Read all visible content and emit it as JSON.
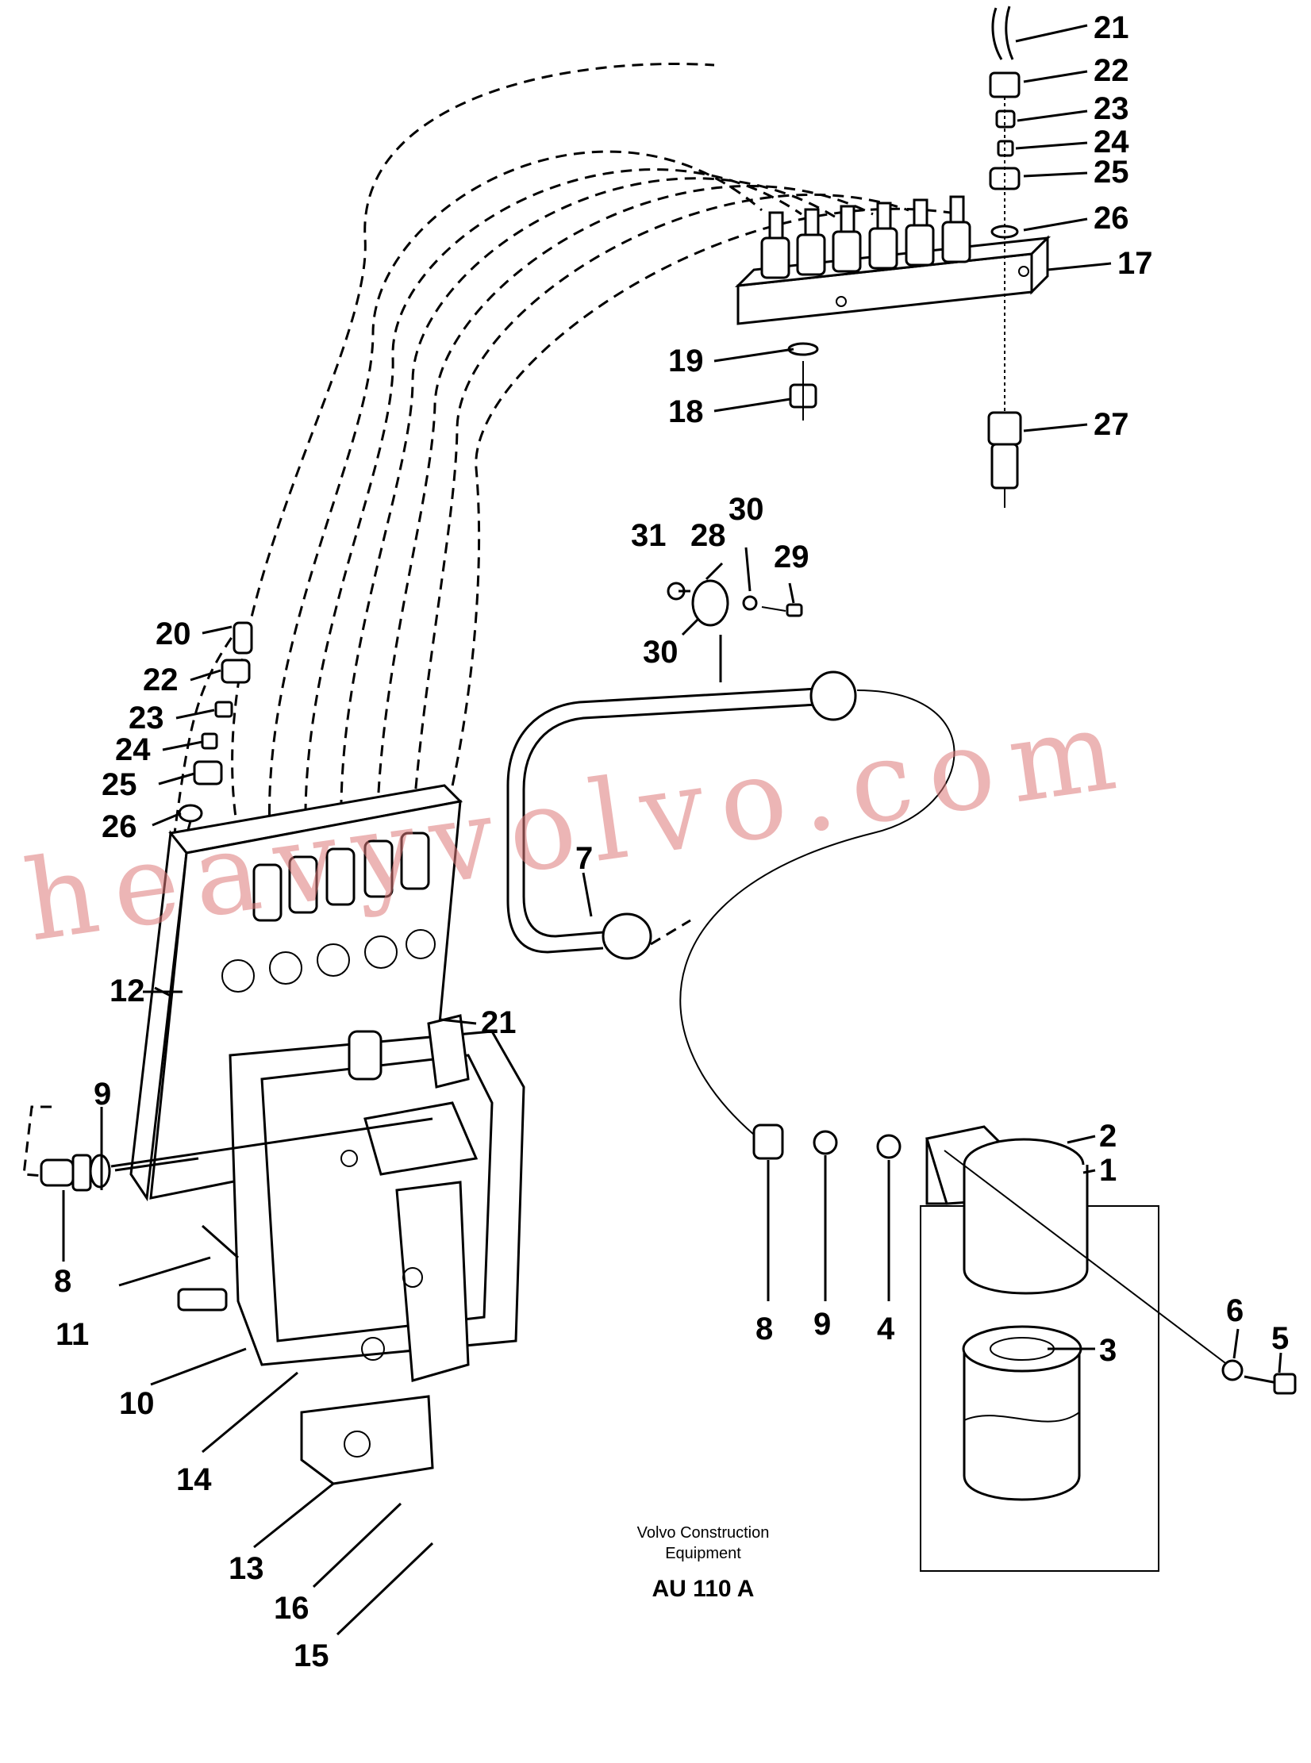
{
  "diagram": {
    "credit_line1": "Volvo Construction",
    "credit_line2": "Equipment",
    "drawing_code": "AU 110 A",
    "watermark": "heavyvolvo.com",
    "callouts": {
      "p1": "1",
      "p2": "2",
      "p3": "3",
      "p4": "4",
      "p5": "5",
      "p6": "6",
      "p7": "7",
      "p8a": "8",
      "p8b": "8",
      "p9a": "9",
      "p9b": "9",
      "p10": "10",
      "p11": "11",
      "p12": "12",
      "p13": "13",
      "p14": "14",
      "p15": "15",
      "p16": "16",
      "p17": "17",
      "p18": "18",
      "p19": "19",
      "p20": "20",
      "p21a": "21",
      "p21b": "21",
      "p22a": "22",
      "p22b": "22",
      "p23a": "23",
      "p23b": "23",
      "p24a": "24",
      "p24b": "24",
      "p25a": "25",
      "p25b": "25",
      "p26a": "26",
      "p26b": "26",
      "p27": "27",
      "p28": "28",
      "p29": "29",
      "p30a": "30",
      "p30b": "30",
      "p31": "31"
    }
  }
}
